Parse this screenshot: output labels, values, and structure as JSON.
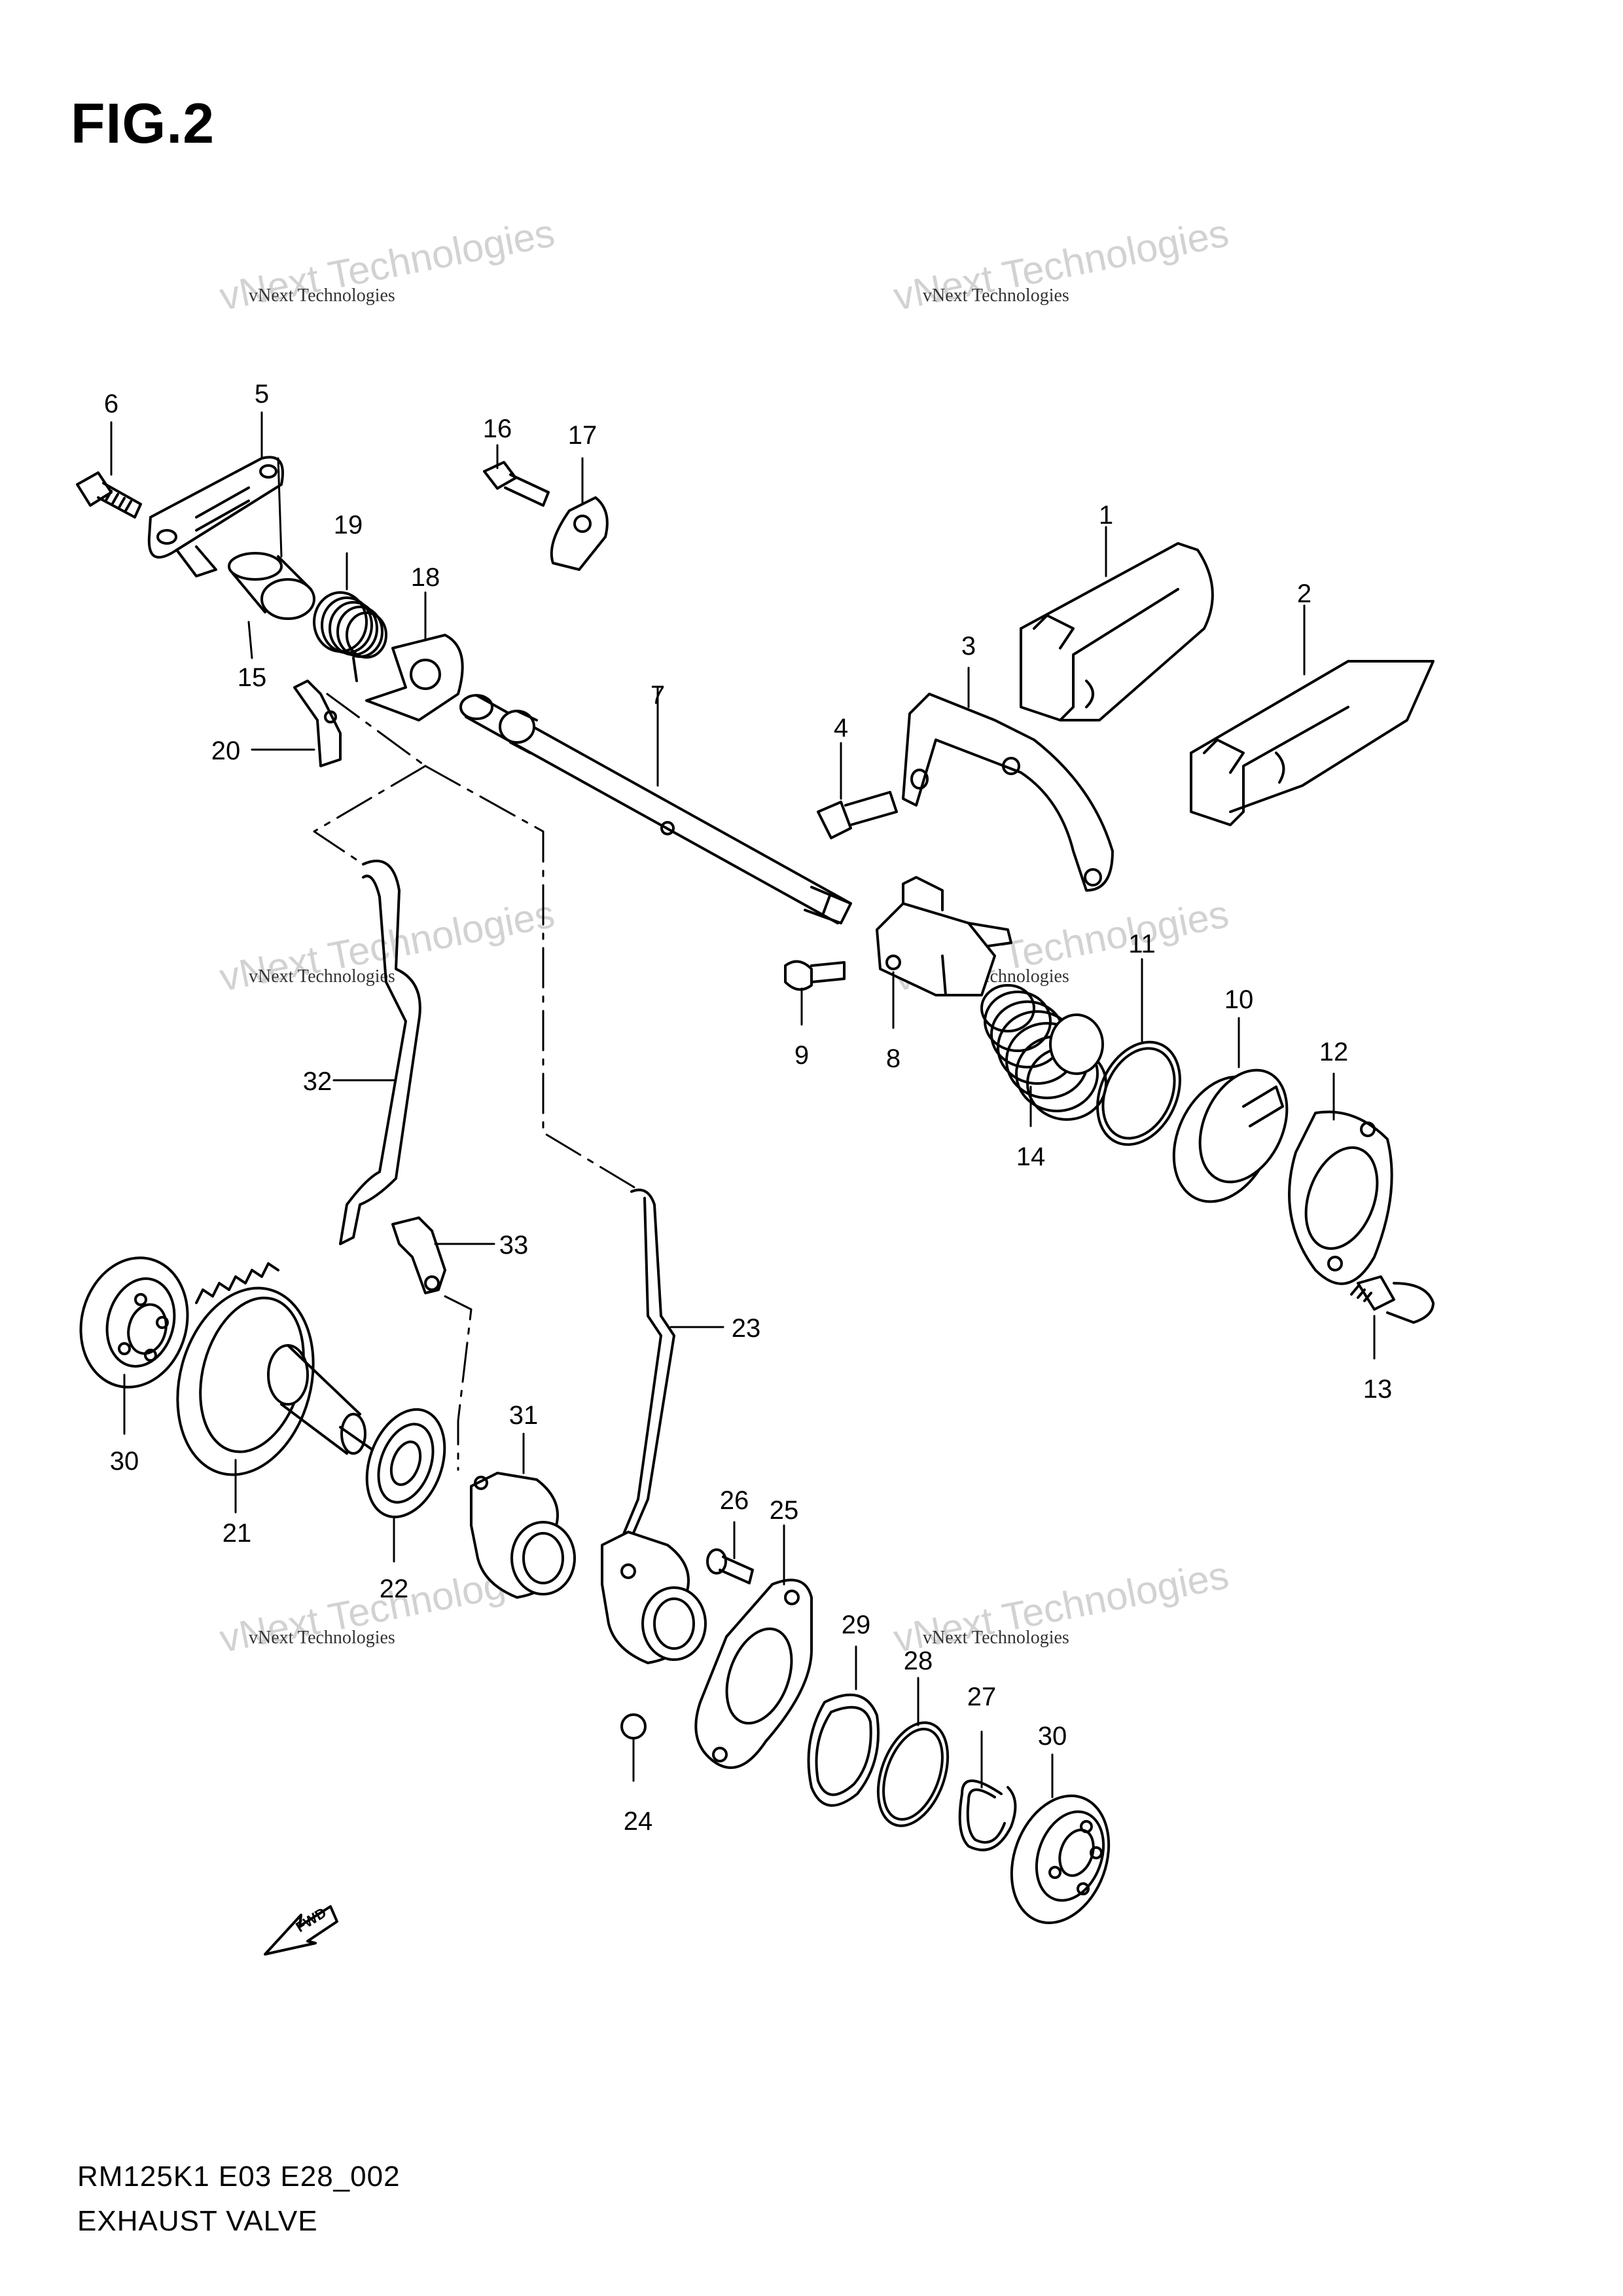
{
  "figure_title": "FIG.2",
  "footer": {
    "model_code": "RM125K1 E03 E28_002",
    "assembly_name": "EXHAUST VALVE"
  },
  "watermark": {
    "line_small": "vNext Technologies",
    "line_big": "vNext Technologies"
  },
  "fwd_badge": "FWD",
  "callouts": [
    "1",
    "2",
    "3",
    "4",
    "5",
    "6",
    "7",
    "8",
    "9",
    "10",
    "11",
    "12",
    "13",
    "14",
    "15",
    "16",
    "17",
    "18",
    "19",
    "20",
    "21",
    "22",
    "23",
    "24",
    "25",
    "26",
    "27",
    "28",
    "29",
    "30",
    "30",
    "31",
    "32",
    "33"
  ],
  "colors": {
    "line": "#000000",
    "background": "#ffffff",
    "watermark": "#c8c8c8"
  }
}
